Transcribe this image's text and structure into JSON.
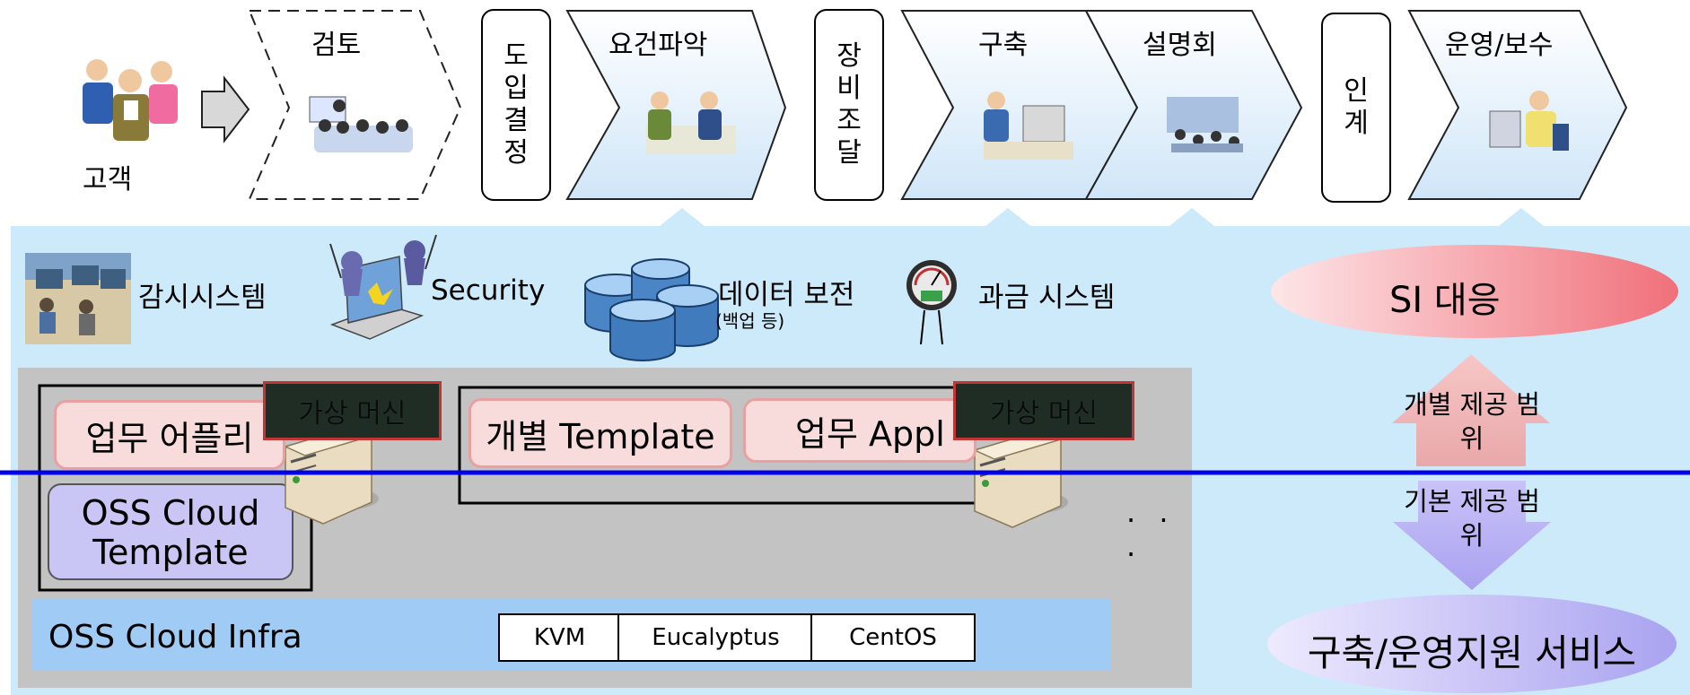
{
  "process": {
    "customer": "고객",
    "review": "검토",
    "decision": "도입결정",
    "requirements": "요건파악",
    "procurement": "장비조달",
    "build": "구축",
    "briefing": "설명회",
    "handover": "인계",
    "operation": "운영/보수"
  },
  "services": {
    "monitoring": "감시시스템",
    "security": "Security",
    "data_backup": "데이터 보전",
    "data_backup_note": "(백업 등)",
    "billing": "과금 시스템",
    "si": "SI 대응"
  },
  "cloud": {
    "business_app": "업무 어플리",
    "vm_label_1": "가상 머신",
    "individual_template": "개별 Template",
    "business_appl": "업무 Appl",
    "vm_label_2": "가상 머신",
    "oss_template": "OSS Cloud Template",
    "ellipsis": ". . .",
    "infra": "OSS Cloud Infra",
    "tech": [
      "KVM",
      "Eucalyptus",
      "CentOS"
    ]
  },
  "scope": {
    "individual": "개별 제공 범위",
    "basic": "기본 제공 범위",
    "support": "구축/운영지원 서비스"
  },
  "colors": {
    "light_blue_panel": "#cdeafb",
    "gray_panel": "#c3c3c3",
    "infra_blue": "#9fcbf5",
    "template_purple": "#c9c6f5",
    "divider_blue": "#0000e6",
    "si_pink": "#f07c84",
    "support_purple": "#b7b2f2"
  }
}
